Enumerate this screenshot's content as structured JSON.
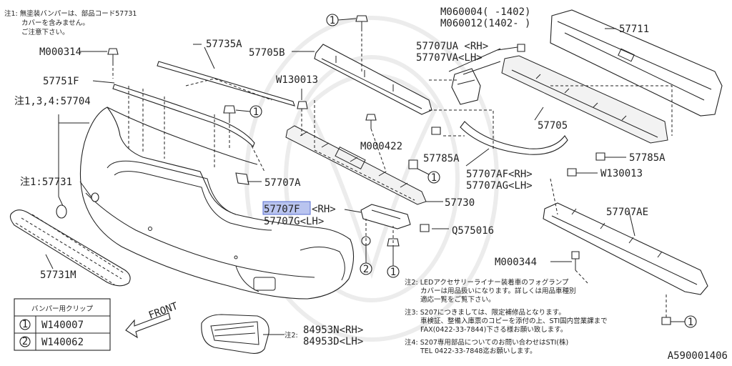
{
  "notes": {
    "note1": [
      "注1: 無塗装バンパーは、部品コード57731",
      "カバーを含みません。",
      "ご注意下さい。"
    ],
    "note2": [
      "注2: LEDアクセサリーライナー装着車のフォグランプ",
      "カバーは用品扱いになります。詳しくは用品車種別",
      "適応一覧をご覧下さい。"
    ],
    "note3": [
      "注3: S207につきましては、限定補修品となります。",
      "車検証、整備入庫票のコピーを添付の上、STI国内営業課まで",
      "FAX(0422-33-7844)下さる様お願い致します。"
    ],
    "note4": [
      "注4: S207専用部品についてのお問い合わせはSTI(株)",
      "TEL 0422-33-7848迄お願いします。"
    ]
  },
  "parts": {
    "p57735A": "57735A",
    "p57705B": "57705B",
    "pM000314": "M000314",
    "p57751F": "57751F",
    "p57704": "注1,3,4:57704",
    "p57731": "注1:57731",
    "p57731M": "57731M",
    "pW130013a": "W130013",
    "pM000422": "M000422",
    "p57785Aa": "57785A",
    "p57707A": "57707A",
    "p57730": "57730",
    "p57707F": "57707F",
    "p57707F_rh": "<RH>",
    "p57707G": "57707G<LH>",
    "pQ575016": "Q575016",
    "p84953N": "84953N<RH>",
    "p84953D": "84953D<LH>",
    "p84953_note": "注2:",
    "pM060004": "M060004(  -1402)",
    "pM060012": "M060012(1402-  )",
    "p57711": "57711",
    "p57707UA": "57707UA <RH>",
    "p57707VA": "57707VA<LH>",
    "p57705": "57705",
    "p57785Ab": "57785A",
    "pW130013b": "W130013",
    "p57707AF": "57707AF<RH>",
    "p57707AG": "57707AG<LH>",
    "p57707AE": "57707AE",
    "pM000344": "M000344",
    "front": "FRONT",
    "diagram_id": "A590001406"
  },
  "callouts": {
    "c1": "1",
    "c2": "2"
  },
  "clip_table": {
    "title": "バンパー用クリップ",
    "rows": [
      {
        "key": "1",
        "code": "W140007"
      },
      {
        "key": "2",
        "code": "W140062"
      }
    ]
  },
  "highlight_color": "#b9c4ef"
}
